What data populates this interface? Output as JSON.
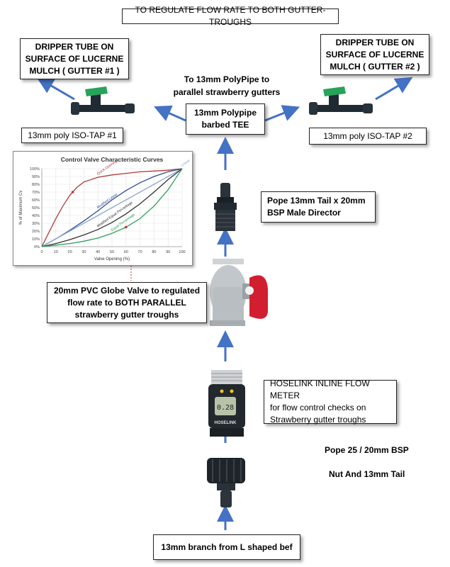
{
  "title": "TO REGULATE FLOW RATE TO BOTH GUTTER-TROUGHS",
  "gutter1": {
    "line1": "DRIPPER TUBE ON",
    "line2": "SURFACE OF LUCERNE",
    "line3": "MULCH ( GUTTER #1 )"
  },
  "gutter2": {
    "line1": "DRIPPER TUBE ON",
    "line2": "SURFACE OF LUCERNE",
    "line3": "MULCH ( GUTTER #2 )"
  },
  "parallel_note": {
    "line1": "To 13mm PolyPipe to",
    "line2": "parallel strawberry gutters"
  },
  "tee": {
    "line1": "13mm Polypipe",
    "line2": "barbed TEE"
  },
  "iso_tap_1": "13mm poly ISO-TAP #1",
  "iso_tap_2": "13mm poly ISO-TAP #2",
  "pope_tail": {
    "line1": "Pope 13mm Tail x 20mm",
    "line2": "BSP Male Director"
  },
  "globe_valve": {
    "line1": "20mm PVC Globe Valve to regulated",
    "line2": "flow rate to BOTH PARALLEL",
    "line3": "strawberry gutter troughs"
  },
  "flow_meter": {
    "line1": "HOSELINK INLINE FLOW METER",
    "line2": "for flow control checks on",
    "line3": "Strawberry gutter troughs",
    "brand": "HOSELINK",
    "reading": "0.28"
  },
  "pope_nut": {
    "line1": "Pope 25 / 20mm BSP",
    "line2": "Nut And 13mm Tail"
  },
  "branch": "13mm branch from L shaped bef",
  "colors": {
    "arrow": "#4472c4",
    "valve_green": "#27a35a",
    "valve_body": "#1f2a33",
    "handle_red": "#d21f2f"
  },
  "chart_data": {
    "type": "line",
    "title": "Control Valve Characteristic Curves",
    "xlabel": "Valve Opening (%)",
    "ylabel": "% of Maximum Cv",
    "xlim": [
      0,
      100
    ],
    "ylim": [
      0,
      100
    ],
    "x_ticks": [
      "0",
      "10",
      "20",
      "30",
      "40",
      "50",
      "60",
      "70",
      "80",
      "90",
      "100"
    ],
    "y_ticks": [
      "0%",
      "10%",
      "20%",
      "30%",
      "40%",
      "50%",
      "60%",
      "70%",
      "80%",
      "90%",
      "100%"
    ],
    "grid": true,
    "series": [
      {
        "name": "Quick Opening",
        "color": "#b03a3a",
        "x": [
          0,
          5,
          10,
          15,
          20,
          25,
          30,
          40,
          50,
          60,
          70,
          80,
          90,
          100
        ],
        "y": [
          0,
          18,
          36,
          52,
          66,
          76,
          83,
          89,
          92,
          94,
          96,
          97,
          98,
          100
        ]
      },
      {
        "name": "Modified Linear",
        "color": "#2f4f8f",
        "x": [
          0,
          10,
          20,
          30,
          40,
          50,
          60,
          70,
          80,
          90,
          100
        ],
        "y": [
          0,
          10,
          21,
          33,
          46,
          60,
          72,
          82,
          90,
          96,
          100
        ]
      },
      {
        "name": "Linear",
        "color": "#8aa6c8",
        "x": [
          0,
          100
        ],
        "y": [
          0,
          100
        ]
      },
      {
        "name": "Modified Equal Percentage",
        "color": "#333333",
        "x": [
          0,
          10,
          20,
          30,
          40,
          50,
          60,
          70,
          80,
          90,
          100
        ],
        "y": [
          0,
          4,
          9,
          15,
          22,
          31,
          42,
          55,
          70,
          86,
          100
        ]
      },
      {
        "name": "Equal Percentage",
        "color": "#2e9e5a",
        "x": [
          0,
          10,
          20,
          30,
          40,
          50,
          60,
          70,
          80,
          90,
          100
        ],
        "y": [
          0,
          2,
          4,
          7,
          11,
          17,
          25,
          36,
          52,
          73,
          100
        ]
      }
    ]
  }
}
